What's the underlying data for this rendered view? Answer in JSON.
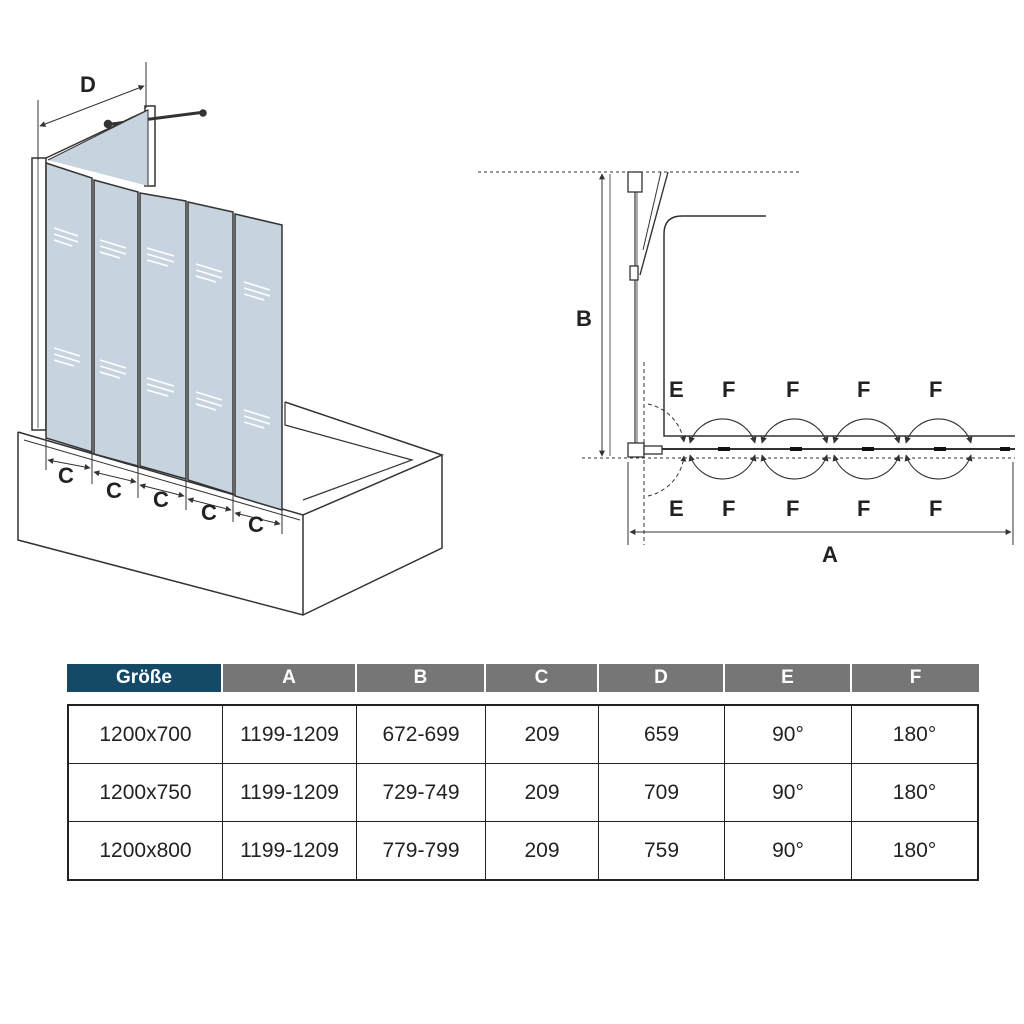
{
  "labels": {
    "A": "A",
    "B": "B",
    "C": "C",
    "D": "D",
    "E": "E",
    "F": "F"
  },
  "colors": {
    "header_first": "#144a68",
    "header": "#767676",
    "glass": "#c7d3de",
    "line": "#333333"
  },
  "table": {
    "headers": [
      "Größe",
      "A",
      "B",
      "C",
      "D",
      "E",
      "F"
    ],
    "rows": [
      [
        "1200x700",
        "1199-1209",
        "672-699",
        "209",
        "659",
        "90°",
        "180°"
      ],
      [
        "1200x750",
        "1199-1209",
        "729-749",
        "209",
        "709",
        "90°",
        "180°"
      ],
      [
        "1200x800",
        "1199-1209",
        "779-799",
        "209",
        "759",
        "90°",
        "180°"
      ]
    ]
  }
}
